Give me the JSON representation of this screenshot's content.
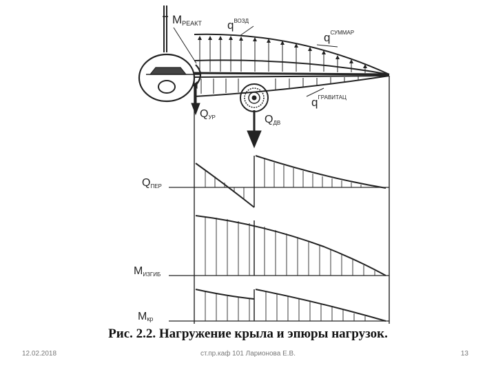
{
  "diagram": {
    "labels": {
      "m_react": {
        "main": "M",
        "sub": "РЕАКТ"
      },
      "q_vozd": {
        "main": "q",
        "sup": "ВОЗД"
      },
      "q_summar": {
        "main": "q",
        "sup": "СУММАР"
      },
      "q_gravitac": {
        "main": "q",
        "sup": "ГРАВИТАЦ"
      },
      "q_ur": {
        "main": "Q",
        "sub": "УР"
      },
      "q_dv": {
        "main": "Q",
        "sub": "ДВ"
      },
      "q_per": {
        "main": "Q",
        "sub": "ПЕР"
      },
      "m_izgib": {
        "main": "M",
        "sub": "ИЗГИБ"
      },
      "m_kr": {
        "main": "M",
        "sub": "кр"
      }
    }
  },
  "caption": "Рис. 2.2. Нагружение крыла и эпюры нагрузок.",
  "footer": {
    "date": "12.02.2018",
    "author": "ст.пр.каф 101 Ларионова Е.В.",
    "page": "13"
  }
}
